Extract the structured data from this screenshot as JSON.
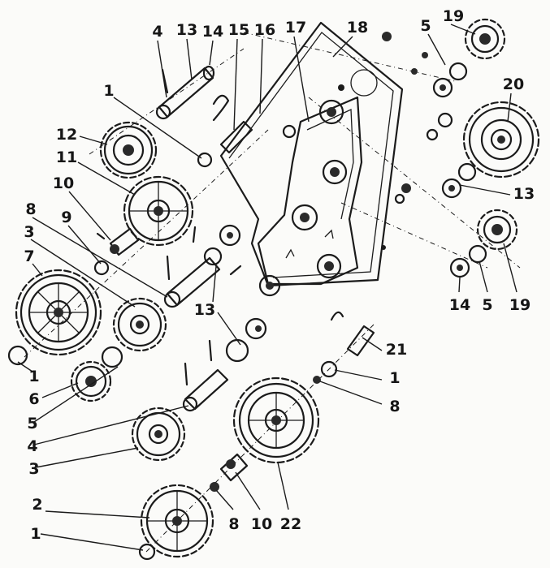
{
  "figure": {
    "part_labels": {
      "p1a": "1",
      "p1b": "1",
      "p1c": "1",
      "p1d": "1",
      "p2": "2",
      "p3a": "3",
      "p3b": "3",
      "p4a": "4",
      "p4b": "4",
      "p5a": "5",
      "p5b": "5",
      "p5c": "5",
      "p6": "6",
      "p7": "7",
      "p8a": "8",
      "p8b": "8",
      "p8c": "8",
      "p9": "9",
      "p10a": "10",
      "p10b": "10",
      "p11": "11",
      "p12": "12",
      "p13a": "13",
      "p13b": "13",
      "p13c": "13",
      "p14a": "14",
      "p14b": "14",
      "p15": "15",
      "p16": "16",
      "p17": "17",
      "p18": "18",
      "p19a": "19",
      "p19b": "19",
      "p20": "20",
      "p21": "21",
      "p22": "22"
    },
    "colors": {
      "ink": "#1b1b1b",
      "paper": "#fbfbf9"
    }
  }
}
